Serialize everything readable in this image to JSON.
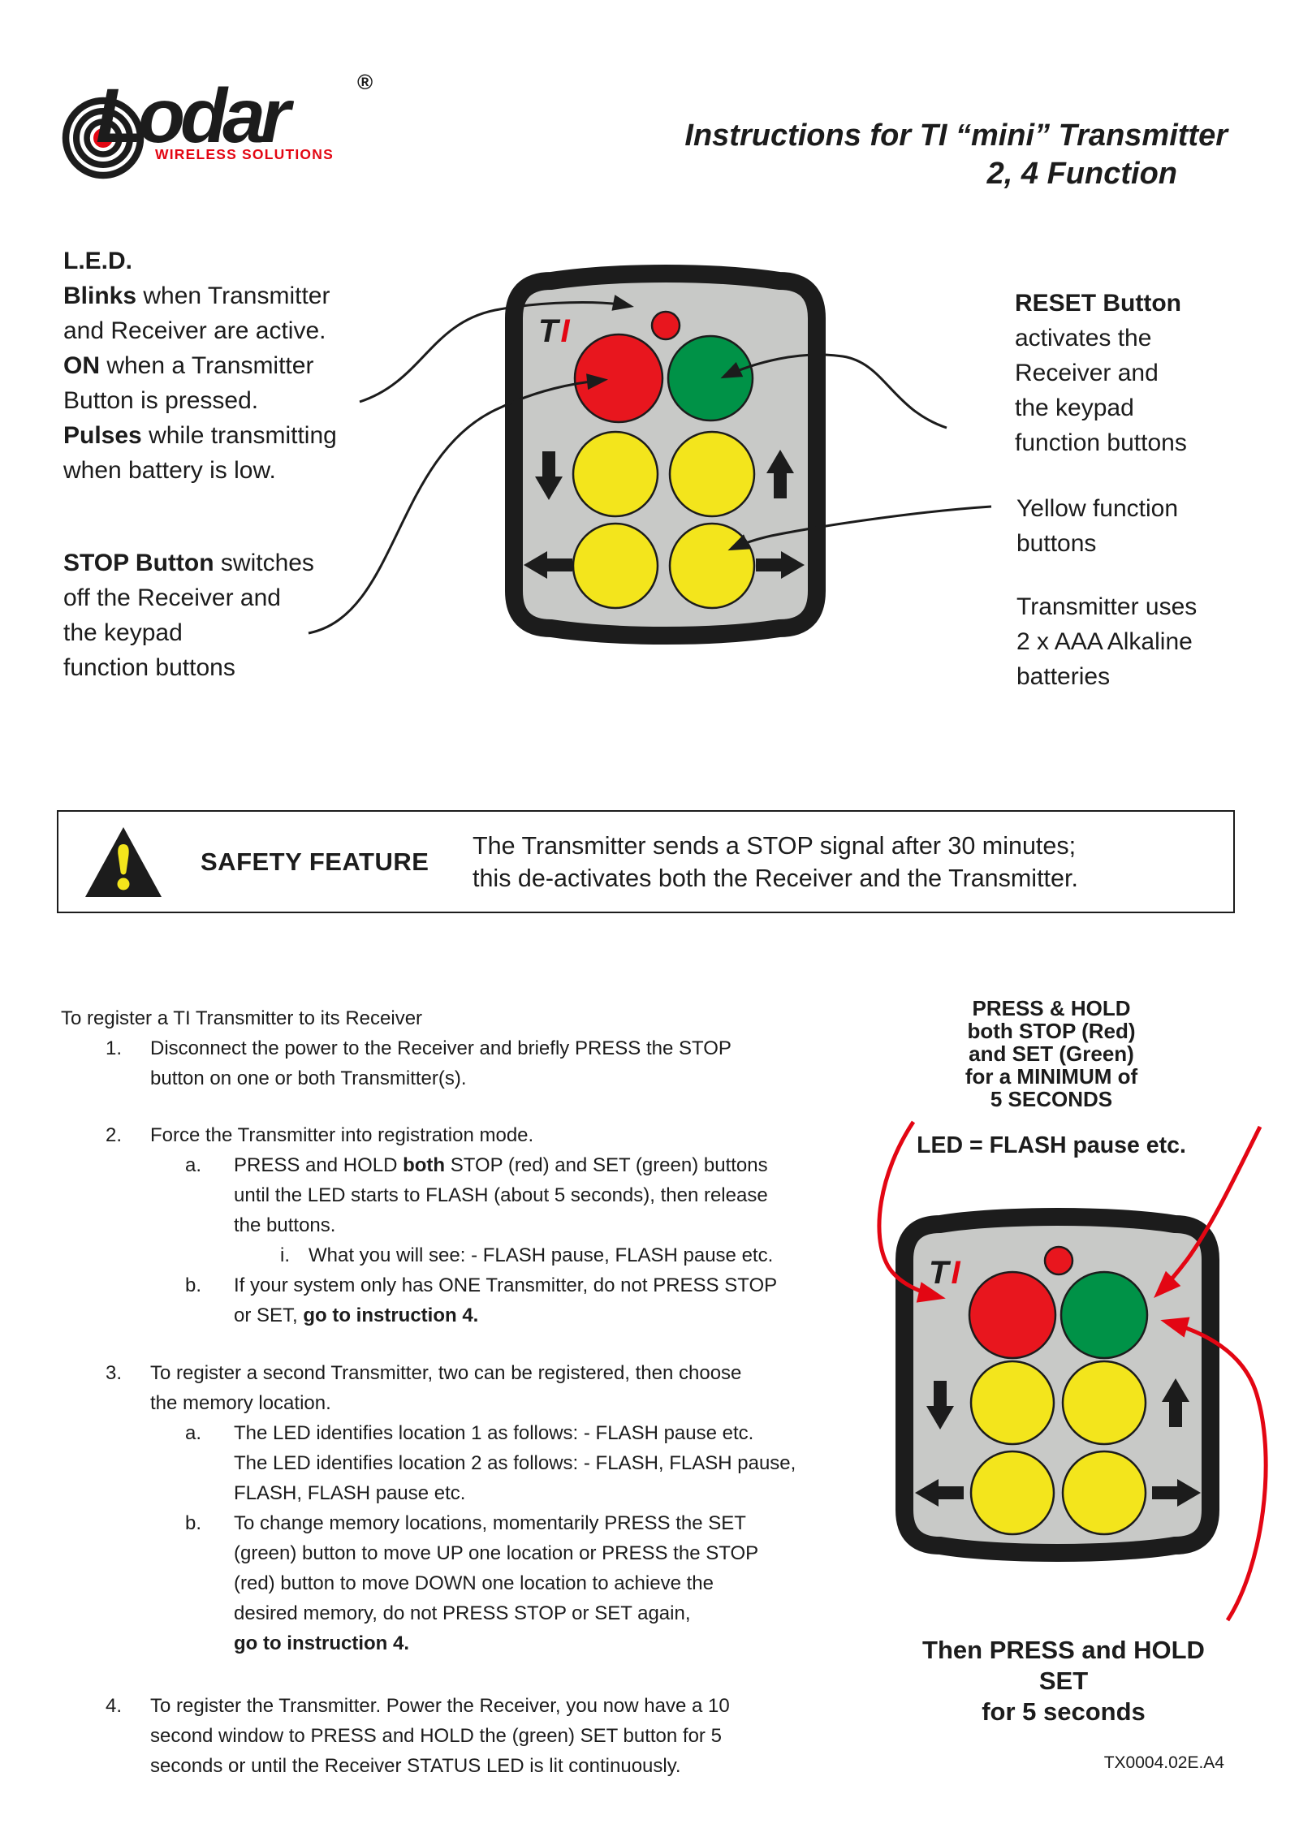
{
  "colors": {
    "red": "#e8161e",
    "brand_red": "#e30613",
    "green": "#009247",
    "yellow": "#f3e51c",
    "gray": "#c8c9c7",
    "ink": "#1c1c1c"
  },
  "logo": {
    "name": "Lodar",
    "registered": "®",
    "tagline": "WIRELESS SOLUTIONS"
  },
  "title": {
    "line1": "Instructions for TI “mini” Transmitter",
    "line2": "2, 4 Function"
  },
  "device": {
    "t": "T",
    "i": "I"
  },
  "led_note": {
    "heading": "L.E.D.",
    "lines": [
      {
        "bold": "Blinks",
        "post": " when Transmitter"
      },
      {
        "pre": "and Receiver are active."
      },
      {
        "bold": "ON",
        "post": " when a Transmitter"
      },
      {
        "pre": "Button is pressed."
      },
      {
        "bold": "Pulses",
        "post": " while transmitting"
      },
      {
        "pre": "when battery is low."
      }
    ]
  },
  "stop_note": {
    "lines": [
      {
        "bold": "STOP Button",
        "post": " switches"
      },
      {
        "pre": "off the Receiver and"
      },
      {
        "pre": "the keypad"
      },
      {
        "pre": "function buttons"
      }
    ]
  },
  "reset_note": {
    "lines": [
      {
        "bold": "RESET Button"
      },
      {
        "pre": "activates the"
      },
      {
        "pre": "Receiver and"
      },
      {
        "pre": "the keypad"
      },
      {
        "pre": "function buttons"
      }
    ]
  },
  "yellow_note": {
    "lines": [
      "Yellow function",
      "buttons"
    ]
  },
  "battery_note": {
    "lines": [
      "Transmitter uses",
      "2 x AAA Alkaline",
      "batteries"
    ]
  },
  "safety": {
    "label": "SAFETY FEATURE",
    "line1": "The Transmitter sends a STOP signal after 30 minutes;",
    "line2": "this de-activates both the Receiver and the Transmitter."
  },
  "instructions": {
    "intro": "To register a TI Transmitter to its Receiver",
    "blocks": [
      {
        "num": "1.",
        "lines": [
          {
            "pre": "Disconnect the power to the Receiver and briefly PRESS the STOP"
          },
          {
            "pre": "button on one or both Transmitter(s)."
          }
        ]
      },
      {
        "num": "2.",
        "lines": [
          {
            "pre": "Force the Transmitter into registration mode."
          }
        ]
      },
      {
        "num": "a.",
        "lines": [
          {
            "pre": "PRESS and HOLD ",
            "bold": "both",
            "post": " STOP (red) and SET (green) buttons"
          },
          {
            "pre": "until the LED starts to FLASH (about 5 seconds), then release"
          },
          {
            "pre": "the buttons."
          }
        ]
      },
      {
        "num": "i.",
        "lines": [
          {
            "pre": "What you will see: - FLASH pause, FLASH pause etc."
          }
        ]
      },
      {
        "num": "b.",
        "lines": [
          {
            "pre": "If your system only has ONE Transmitter, do not PRESS STOP"
          },
          {
            "pre": "or SET, ",
            "bold": "go to instruction 4."
          }
        ]
      },
      {
        "num": "3.",
        "lines": [
          {
            "pre": "To register a second Transmitter, two can be registered, then choose"
          },
          {
            "pre": "the memory location."
          }
        ]
      },
      {
        "num": "a.",
        "lines": [
          {
            "pre": "The LED identifies location 1 as follows: - FLASH pause etc."
          },
          {
            "pre": "The LED identifies location 2 as follows: - FLASH, FLASH pause,"
          },
          {
            "pre": "FLASH, FLASH pause etc."
          }
        ]
      },
      {
        "num": "b.",
        "lines": [
          {
            "pre": "To change memory locations, momentarily PRESS the SET"
          },
          {
            "pre": "(green) button to move UP one location or PRESS the STOP"
          },
          {
            "pre": "(red) button to move DOWN one location to achieve the"
          },
          {
            "pre": "desired memory, do not PRESS STOP or SET again,"
          },
          {
            "bold": "go to instruction 4."
          }
        ]
      },
      {
        "num": "4.",
        "lines": [
          {
            "pre": "To register the Transmitter. Power the Receiver, you now have a 10"
          },
          {
            "pre": "second window to PRESS and HOLD the (green) SET button for 5"
          },
          {
            "pre": "seconds or until the Receiver STATUS LED is lit continuously."
          }
        ]
      }
    ]
  },
  "registration_note": {
    "press_hold_lines": [
      "PRESS & HOLD",
      "both STOP (Red)",
      "and SET (Green)",
      "for a MINIMUM of",
      "5 SECONDS"
    ],
    "led_flash": "LED = FLASH pause etc.",
    "then_press_lines": [
      "Then PRESS and HOLD SET",
      "for 5 seconds"
    ]
  },
  "footer": "TX0004.02E.A4"
}
